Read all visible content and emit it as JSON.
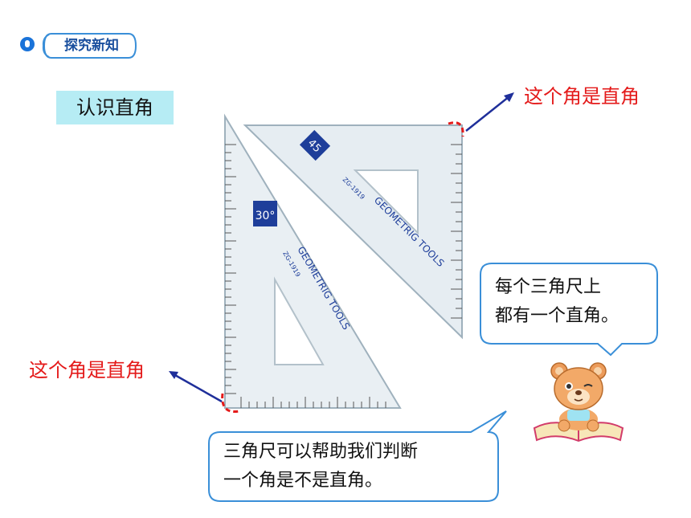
{
  "header": {
    "tag": "探究新知"
  },
  "section": {
    "title": "认识直角"
  },
  "annotations": {
    "top_right": "这个角是直角",
    "bottom_left": "这个角是直角"
  },
  "bubbles": {
    "bear": {
      "line1": "每个三角尺上",
      "line2": "都有一个直角。"
    },
    "bottom": {
      "line1": "三角尺可以帮助我们判断",
      "line2": "一个角是不是直角。"
    }
  },
  "rulers": {
    "left": {
      "angle_label": "30°",
      "brand": "GEOMETRIG TOOLS",
      "model": "ZG-1919"
    },
    "right": {
      "angle_label": "45",
      "brand": "GEOMETRIG TOOLS",
      "model": "ZG-1919"
    }
  },
  "colors": {
    "accent_blue": "#1a73d9",
    "red": "#e41a1a",
    "label_bg": "#b6ecf4",
    "bubble_border": "#3a8fd8"
  }
}
